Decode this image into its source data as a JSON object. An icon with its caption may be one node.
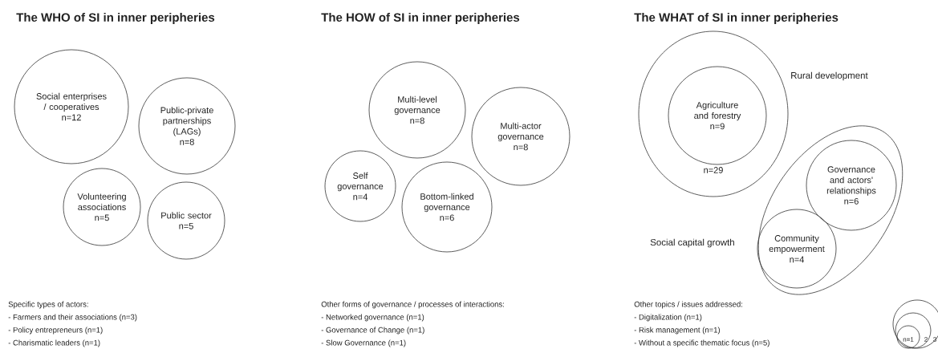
{
  "diagram": {
    "nodes": [
      {
        "text": [
          "Social enterprises / cooperatives",
          "n=12"
        ]
      },
      {
        "text": [
          "Public-private partnerships (LAGs)",
          "n=8"
        ]
      },
      {
        "text": [
          "Volunteering associations",
          "n=5"
        ]
      },
      {
        "text": [
          "Public sector",
          "n=5"
        ]
      },
      {
        "text": [
          "Multi-level governance",
          "n=8"
        ]
      },
      {
        "text": [
          "Multi-actor governance",
          "n=8"
        ]
      },
      {
        "text": [
          "Self governance",
          "n=4"
        ]
      },
      {
        "text": [
          "Bottom-linked governance",
          "n=6"
        ]
      },
      {
        "text": [
          "n=29"
        ],
        "beside": [
          "Rural development"
        ]
      },
      {
        "text": [
          "Agriculture and forestry",
          "n=9"
        ],
        "in": 8
      },
      {
        "text": [],
        "shape": "ellipse",
        "beside": [
          "Social capital growth"
        ]
      },
      {
        "text": [
          "Governance and actors' relationships",
          "n=6"
        ],
        "in": 10
      },
      {
        "text": [
          "Community empowerment",
          "n=4"
        ],
        "in": 10
      },
      {
        "text": [
          "3"
        ]
      },
      {
        "text": [
          "2"
        ],
        "in": 13
      },
      {
        "text": [
          "n=1"
        ],
        "in": 14
      }
    ],
    "labels": [
      "The WHO of SI in inner peripheries",
      "The HOW of SI in inner peripheries",
      "The WHAT of SI in inner peripheries",
      "Specific types of actors:",
      "- Farmers and their associations (n=3)",
      "- Policy entrepreneurs (n=1)",
      "- Charismatic leaders (n=1)",
      "Other forms of governance / processes of interactions:",
      "- Networked governance (n=1)",
      "- Governance of Change (n=1)",
      "- Slow Governance (n=1)",
      "Other topics / issues addressed:",
      "- Digitalization (n=1)",
      "- Risk management (n=1)",
      "- Without a specific thematic focus (n=5)"
    ]
  }
}
